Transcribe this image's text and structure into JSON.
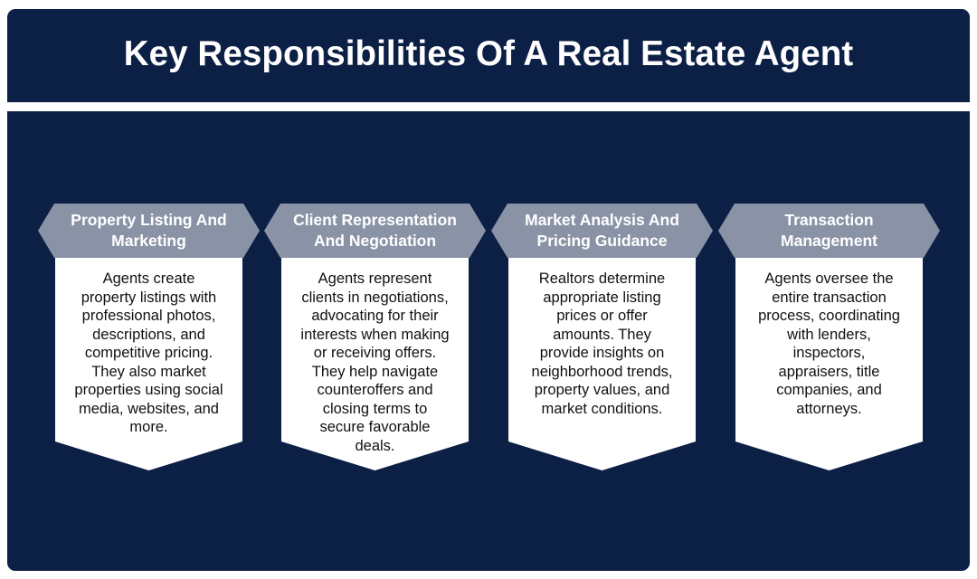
{
  "title": "Key Responsibilities Of A Real Estate Agent",
  "colors": {
    "navy": "#0c1f45",
    "label_grey": "#8a93a6",
    "card_white": "#ffffff",
    "body_text": "#111111"
  },
  "cards": [
    {
      "title": "Property Listing And\nMarketing",
      "body": "Agents create\nproperty listings with\nprofessional photos,\ndescriptions, and\ncompetitive pricing.\nThey also market\nproperties using social\nmedia, websites, and\nmore."
    },
    {
      "title": "Client Representation\nAnd Negotiation",
      "body": "Agents represent\nclients in negotiations,\nadvocating for their\ninterests when making\nor receiving offers.\nThey help navigate\ncounteroffers and\nclosing terms to\nsecure favorable\ndeals."
    },
    {
      "title": "Market Analysis And\nPricing Guidance",
      "body": "Realtors determine\nappropriate listing\nprices or offer\namounts. They\nprovide insights on\nneighborhood trends,\nproperty values, and\nmarket conditions."
    },
    {
      "title": "Transaction\nManagement",
      "body": "Agents oversee the\nentire transaction\nprocess, coordinating\nwith lenders,\ninspectors,\nappraisers, title\ncompanies, and\nattorneys."
    }
  ]
}
